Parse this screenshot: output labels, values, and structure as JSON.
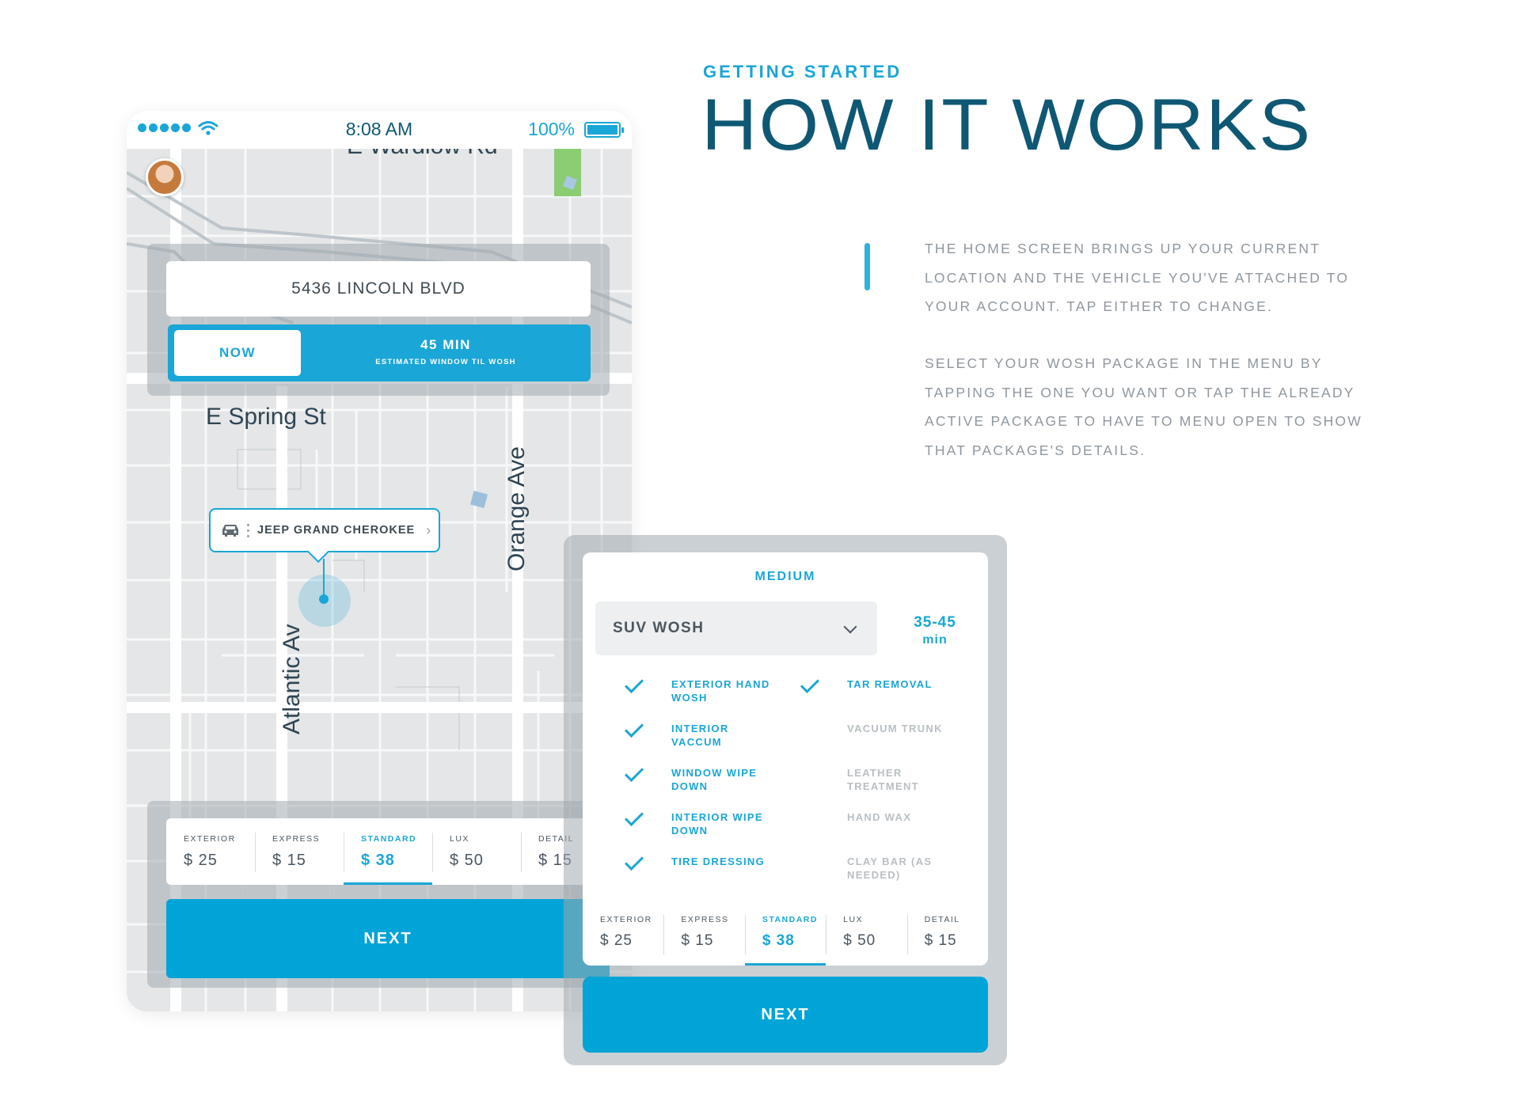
{
  "section_label": "GETTING STARTED",
  "headline": "HOW IT WORKS",
  "description": {
    "p1": "THE HOME SCREEN BRINGS UP YOUR CURRENT LOCATION AND THE VEHICLE YOU'VE ATTACHED TO YOUR ACCOUNT. TAP EITHER TO CHANGE.",
    "p2": "SELECT YOUR WOSH PACKAGE IN THE MENU BY TAPPING THE ONE YOU WANT OR TAP THE ALREADY ACTIVE PACKAGE TO HAVE TO MENU OPEN TO SHOW THAT PACKAGE'S DETAILS."
  },
  "colors": {
    "accent": "#1aa6d6",
    "headline": "#0f5874",
    "button": "#00a4d6",
    "muted_text": "#8f979e"
  },
  "phone": {
    "status": {
      "time": "8:08 AM",
      "battery": "100%",
      "battery_level": 1.0,
      "signal_icon": "signal-dots-icon",
      "wifi_icon": "wifi-icon"
    },
    "streets": {
      "top": "E Wardlow Rd",
      "spring": "E Spring St",
      "orange": "Orange Ave",
      "atlantic": "Atlantic Av"
    },
    "address": "5436 LINCOLN BLVD",
    "time_toggle": {
      "now": "NOW",
      "eta": "45 MIN",
      "eta_sub": "ESTIMATED WINDOW TIL WOSH"
    },
    "vehicle": {
      "name": "JEEP GRAND CHEROKEE",
      "icon": "car-icon"
    },
    "packages": [
      {
        "label": "EXTERIOR",
        "price": "$ 25"
      },
      {
        "label": "EXPRESS",
        "price": "$ 15"
      },
      {
        "label": "STANDARD",
        "price": "$ 38"
      },
      {
        "label": "LUX",
        "price": "$ 50"
      },
      {
        "label": "DETAIL",
        "price": "$ 15"
      }
    ],
    "active_package": "STANDARD",
    "next": "NEXT"
  },
  "package_card": {
    "tier": "MEDIUM",
    "service_select": "SUV WOSH",
    "duration": "35-45",
    "duration_unit": "min",
    "features_left": [
      {
        "label": "EXTERIOR HAND WOSH",
        "included": true
      },
      {
        "label": "INTERIOR VACCUM",
        "included": true
      },
      {
        "label": "WINDOW WIPE DOWN",
        "included": true
      },
      {
        "label": "INTERIOR WIPE DOWN",
        "included": true
      },
      {
        "label": "TIRE DRESSING",
        "included": true
      }
    ],
    "features_right": [
      {
        "label": "TAR REMOVAL",
        "included": true
      },
      {
        "label": "VACUUM TRUNK",
        "included": false
      },
      {
        "label": "LEATHER TREATMENT",
        "included": false
      },
      {
        "label": "HAND WAX",
        "included": false
      },
      {
        "label": "CLAY BAR (AS NEEDED)",
        "included": false
      }
    ],
    "packages": [
      {
        "label": "EXTERIOR",
        "price": "$ 25"
      },
      {
        "label": "EXPRESS",
        "price": "$ 15"
      },
      {
        "label": "STANDARD",
        "price": "$ 38"
      },
      {
        "label": "LUX",
        "price": "$ 50"
      },
      {
        "label": "DETAIL",
        "price": "$ 15"
      }
    ],
    "next": "NEXT"
  }
}
